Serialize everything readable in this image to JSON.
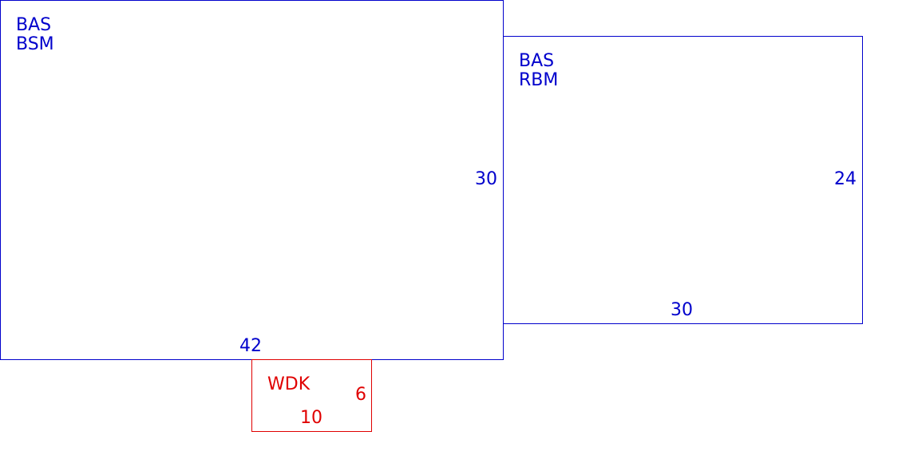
{
  "colors": {
    "main_rooms": "#0000cc",
    "secondary_room": "#e00000"
  },
  "rooms": [
    {
      "id": "bsm",
      "line1": "BAS",
      "line2": "BSM",
      "width_label": "42",
      "height_label": "30"
    },
    {
      "id": "rbm",
      "line1": "BAS",
      "line2": "RBM",
      "width_label": "30",
      "height_label": "24"
    },
    {
      "id": "wdk",
      "name": "WDK",
      "width_label": "10",
      "height_label": "6"
    }
  ]
}
